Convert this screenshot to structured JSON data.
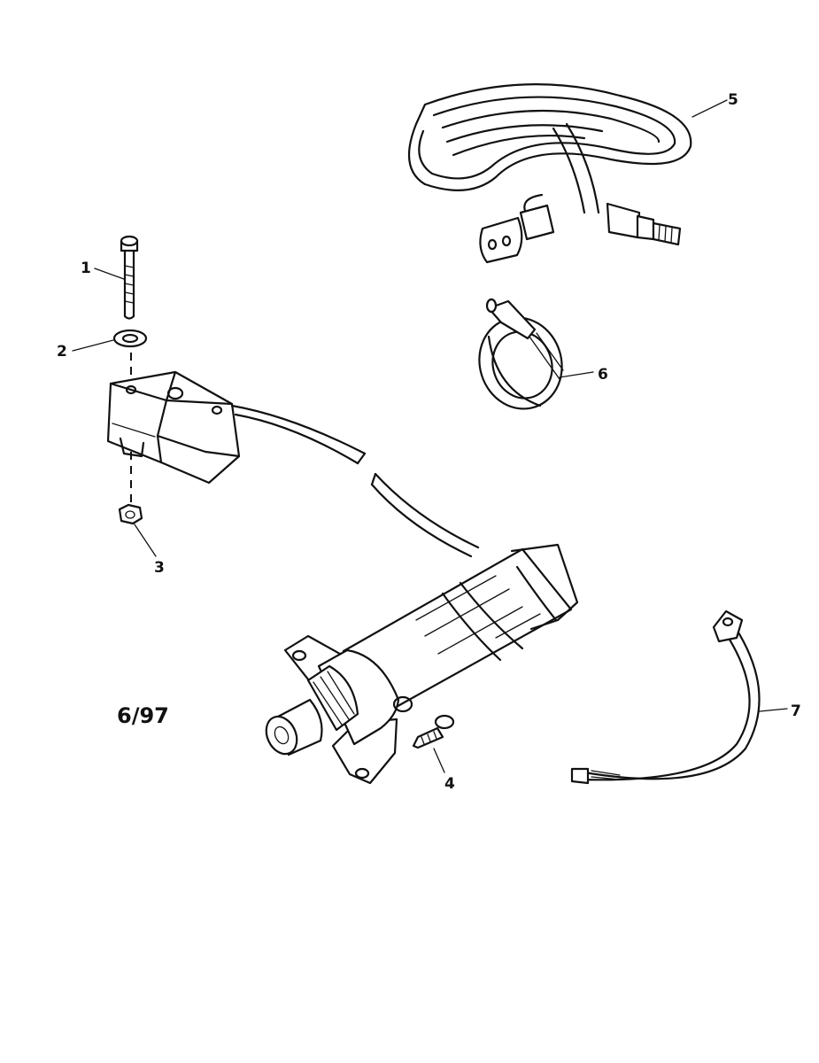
{
  "diagram": {
    "callouts": [
      {
        "id": "1",
        "label": "1"
      },
      {
        "id": "2",
        "label": "2"
      },
      {
        "id": "3",
        "label": "3"
      },
      {
        "id": "4",
        "label": "4"
      },
      {
        "id": "5",
        "label": "5"
      },
      {
        "id": "6",
        "label": "6"
      },
      {
        "id": "7",
        "label": "7"
      }
    ],
    "date_code": "6/97"
  }
}
